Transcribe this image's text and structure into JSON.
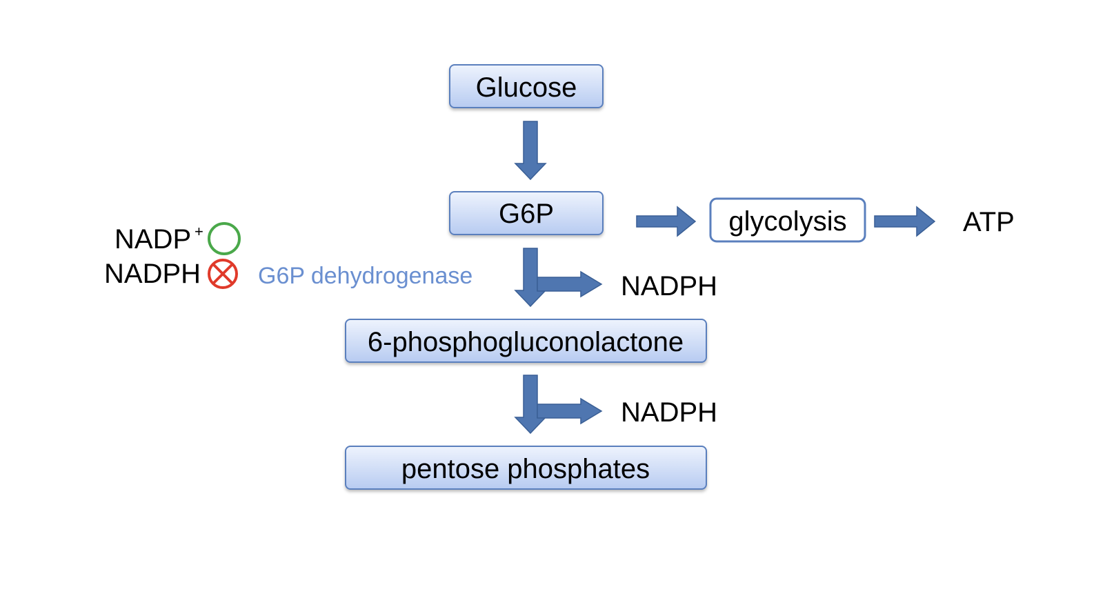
{
  "nodes": {
    "glucose": "Glucose",
    "g6p": "G6P",
    "phosphogluconolactone": "6-phosphogluconolactone",
    "pentose_phosphates": "pentose phosphates",
    "glycolysis": "glycolysis"
  },
  "products": {
    "atp": "ATP",
    "nadph_step1": "NADPH",
    "nadph_step2": "NADPH"
  },
  "enzyme": {
    "label": "G6P dehydrogenase",
    "color": "#6a8fd0"
  },
  "regulation": {
    "activator_base": "NADP",
    "activator_sup": "+",
    "activator_symbol": "open-circle-icon",
    "activator_color": "#4aa84a",
    "inhibitor": "NADPH",
    "inhibitor_symbol": "circled-x-icon",
    "inhibitor_color": "#e03a2a"
  },
  "colors": {
    "arrow_fill": "#4f76b0",
    "arrow_stroke": "#3a5f95",
    "box_border": "#5a7fbd",
    "box_fill_top": "#eef3fd",
    "box_fill_bottom": "#b7cbf1"
  }
}
